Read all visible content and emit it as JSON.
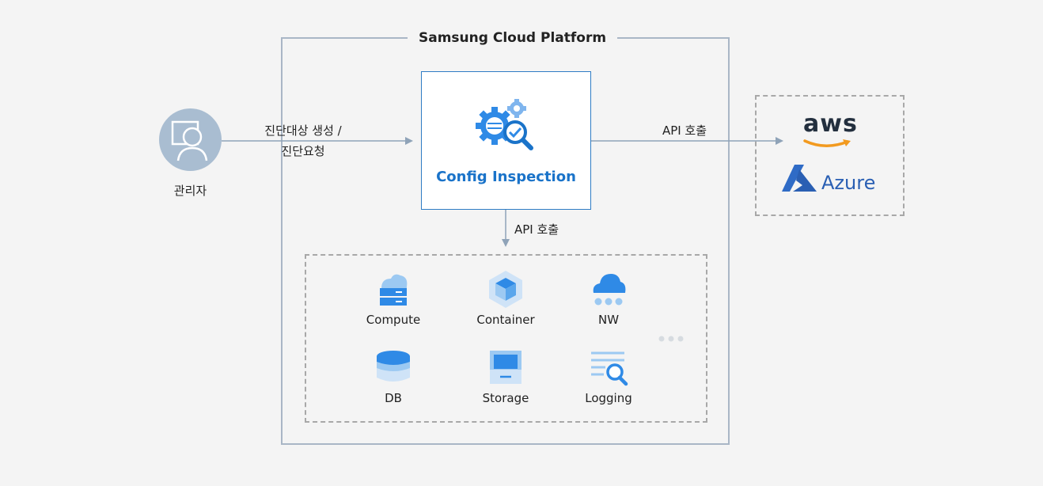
{
  "platform": {
    "title": "Samsung Cloud Platform"
  },
  "admin": {
    "label": "관리자"
  },
  "arrow_to_config": {
    "line1": "진단대상 생성 /",
    "line2": "진단요청"
  },
  "config": {
    "label": "Config Inspection"
  },
  "api_right": {
    "label": "API 호출"
  },
  "api_down": {
    "label": "API 호출"
  },
  "clouds": {
    "aws": "aws",
    "azure": "Azure"
  },
  "services": [
    {
      "label": "Compute",
      "icon": "compute-icon"
    },
    {
      "label": "Container",
      "icon": "container-icon"
    },
    {
      "label": "NW",
      "icon": "network-icon"
    },
    {
      "label": "DB",
      "icon": "database-icon"
    },
    {
      "label": "Storage",
      "icon": "storage-icon"
    },
    {
      "label": "Logging",
      "icon": "logging-icon"
    }
  ],
  "colors": {
    "accent": "#1a73c9",
    "icon_blue": "#2f8ae6",
    "icon_light": "#cfe3f7",
    "line": "#a9b6c6"
  }
}
